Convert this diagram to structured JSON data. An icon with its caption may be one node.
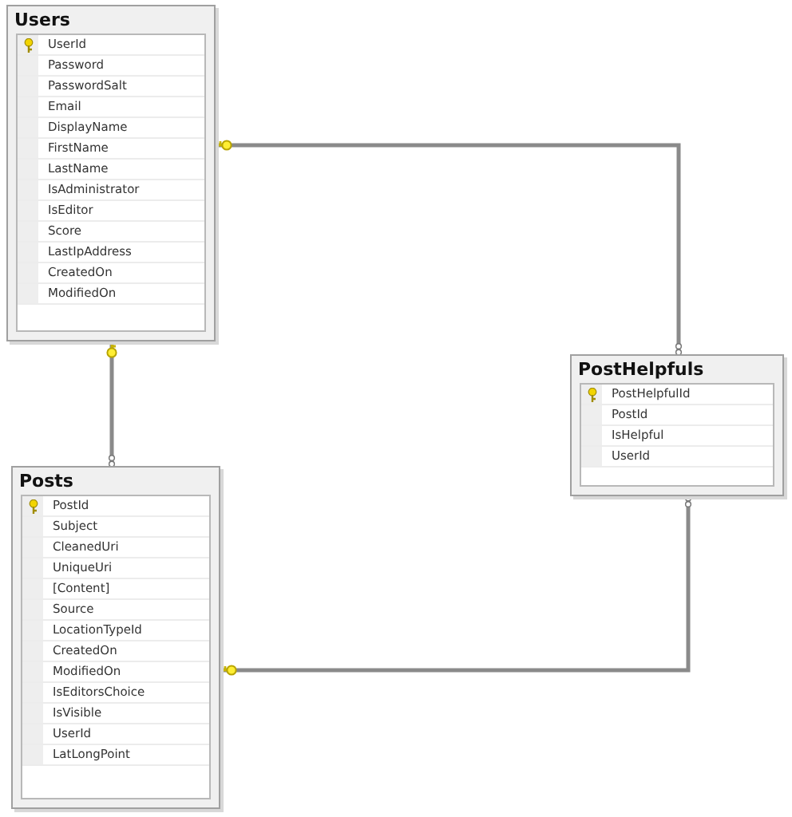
{
  "diagram": {
    "nodes": [
      {
        "text": [
          "Users",
          "UserId",
          "Password",
          "PasswordSalt",
          "Email",
          "DisplayName",
          "FirstName",
          "LastName",
          "IsAdministrator",
          "IsEditor",
          "Score",
          "LastIpAddress",
          "CreatedOn",
          "ModifiedOn"
        ]
      },
      {
        "text": [
          "PostHelpfuls",
          "PostHelpfulId",
          "PostId",
          "IsHelpful",
          "UserId"
        ]
      },
      {
        "text": [
          "Posts",
          "PostId",
          "Subject",
          "CleanedUri",
          "UniqueUri",
          "[Content]",
          "Source",
          "LocationTypeId",
          "CreatedOn",
          "ModifiedOn",
          "IsEditorsChoice",
          "IsVisible",
          "UserId",
          "LatLongPoint"
        ]
      }
    ],
    "edges": [
      {
        "from": 0,
        "to": 1,
        "arrow": "other"
      },
      {
        "from": 0,
        "to": 2,
        "arrow": "other"
      },
      {
        "from": 2,
        "to": 1,
        "arrow": "other"
      }
    ]
  }
}
